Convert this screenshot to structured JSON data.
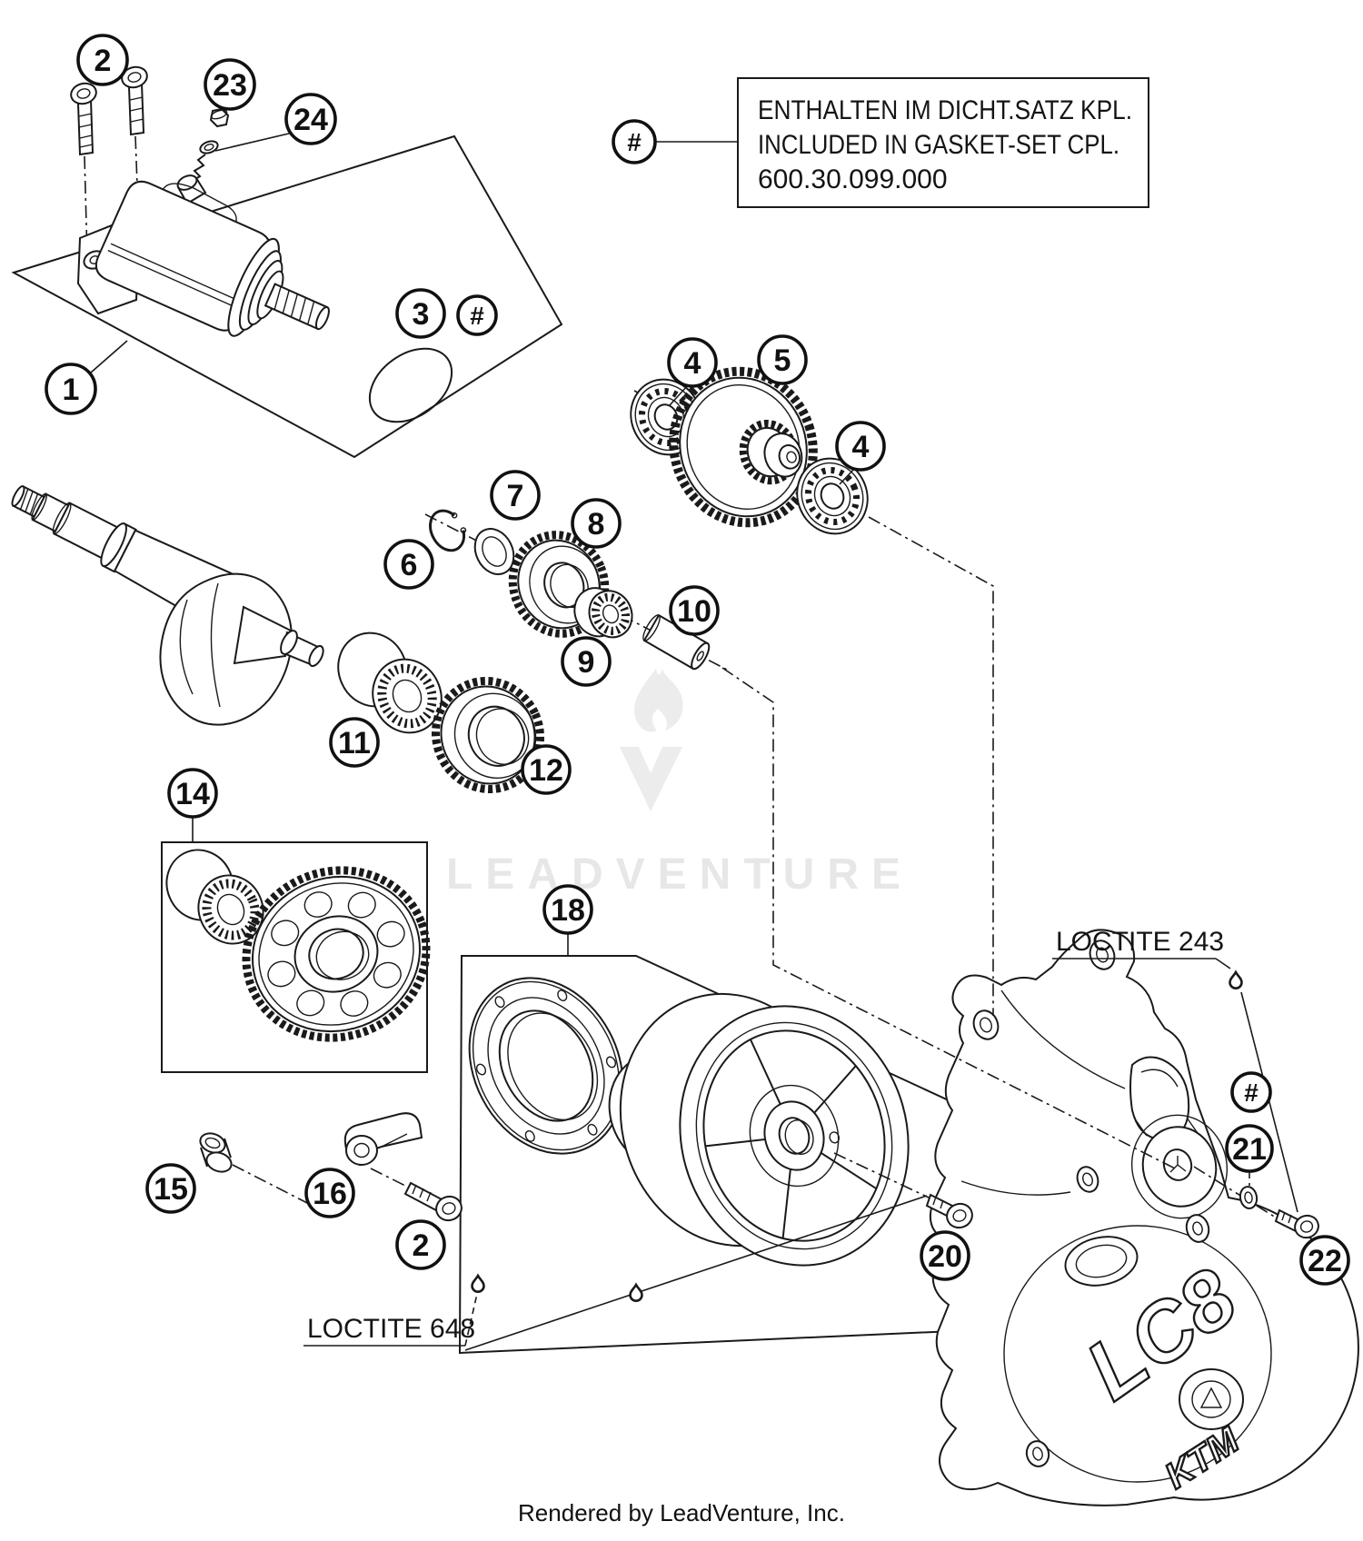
{
  "gasket_note": {
    "line1": "ENTHALTEN IM DICHT.SATZ KPL.",
    "line2": "INCLUDED IN GASKET-SET CPL.",
    "line3": "600.30.099.000"
  },
  "annotations": {
    "loctite_243": "LOCTITE 243",
    "loctite_648": "LOCTITE 648"
  },
  "callouts": {
    "n1": "1",
    "n2": "2",
    "n3": "3",
    "n4": "4",
    "n5": "5",
    "n6": "6",
    "n7": "7",
    "n8": "8",
    "n9": "9",
    "n10": "10",
    "n11": "11",
    "n12": "12",
    "n14": "14",
    "n15": "15",
    "n16": "16",
    "n18": "18",
    "n20": "20",
    "n21": "21",
    "n22": "22",
    "n23": "23",
    "n24": "24",
    "hash": "#"
  },
  "cover_markings": {
    "model": "LC8",
    "brand": "KTM"
  },
  "watermark": {
    "text": "LEADVENTURE"
  },
  "footer": {
    "text": "Rendered by LeadVenture, Inc."
  }
}
